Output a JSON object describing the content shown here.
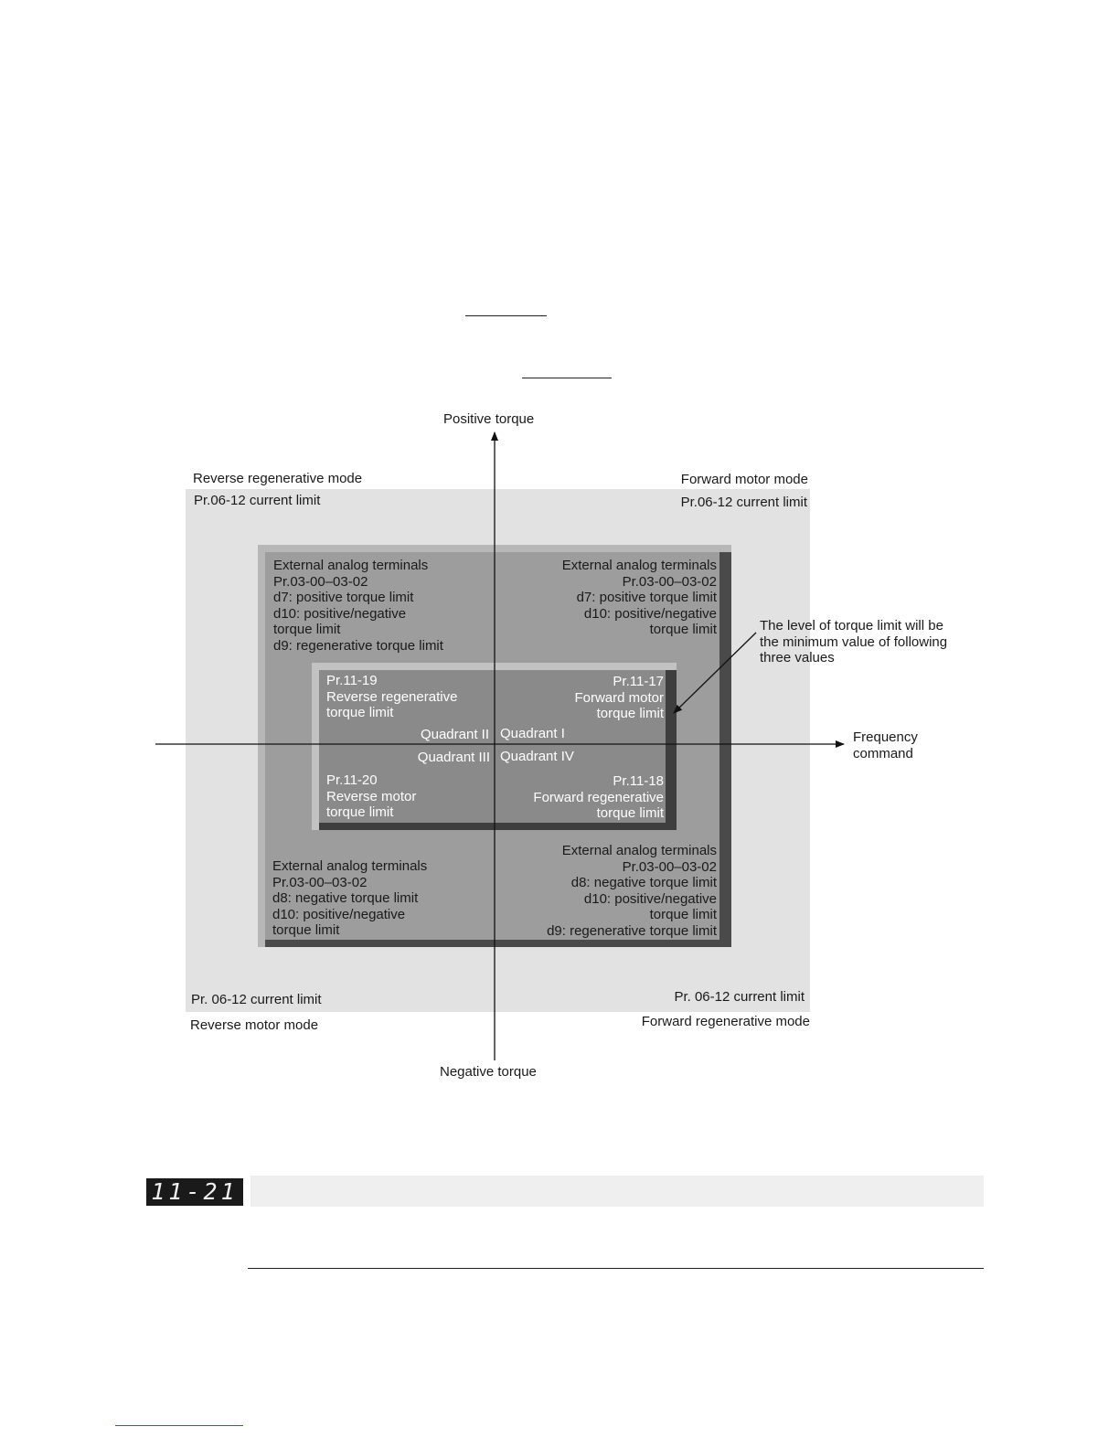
{
  "diagram": {
    "axis_y_positive": "Positive torque",
    "axis_y_negative": "Negative torque",
    "axis_x": [
      "Frequency",
      "command"
    ],
    "corner_top_left": {
      "mode": "Reverse regenerative mode",
      "limit": "Pr.06-12  current limit"
    },
    "corner_top_right": {
      "mode": "Forward motor mode",
      "limit": "Pr.06-12  current limit"
    },
    "corner_bottom_left": {
      "mode": "Reverse motor mode",
      "limit": "Pr. 06-12 current limit"
    },
    "corner_bottom_right": {
      "mode": "Forward regenerative mode",
      "limit": "Pr. 06-12 current limit"
    },
    "analog_top_left": [
      "External analog terminals",
      "Pr.03-00–03-02",
      "d7: positive torque limit",
      "d10: positive/negative",
      "torque limit",
      "d9: regenerative torque limit"
    ],
    "analog_top_right": [
      "External analog terminals",
      "Pr.03-00–03-02",
      "d7: positive torque limit",
      "d10: positive/negative",
      "torque limit"
    ],
    "analog_bottom_left": [
      "External analog terminals",
      "Pr.03-00–03-02",
      "d8: negative torque limit",
      "d10: positive/negative",
      "torque limit"
    ],
    "analog_bottom_right": [
      "External analog terminals",
      "Pr.03-00–03-02",
      "d8: negative torque limit",
      "d10: positive/negative",
      "torque limit",
      "d9: regenerative torque limit"
    ],
    "inner_top_left": [
      "Pr.11-19",
      "Reverse regenerative",
      "torque limit"
    ],
    "inner_top_right": [
      "Pr.11-17",
      "Forward motor",
      "torque limit"
    ],
    "inner_bottom_left": [
      "Pr.11-20",
      "Reverse motor",
      "torque limit"
    ],
    "inner_bottom_right": [
      "Pr.11-18",
      "Forward regenerative",
      "torque limit"
    ],
    "quadrants": {
      "q1": "Quadrant I",
      "q2": "Quadrant II",
      "q3": "Quadrant III",
      "q4": "Quadrant IV"
    },
    "note": [
      "The level of torque limit will be",
      "the minimum value of following",
      "three values"
    ]
  },
  "parameter": {
    "code": "11-21"
  },
  "colors": {
    "outer_zone": "#e2e2e2",
    "middle_box": "#9d9d9d",
    "inner_box": "#8a8a8a",
    "param_bar": "#efefef"
  }
}
